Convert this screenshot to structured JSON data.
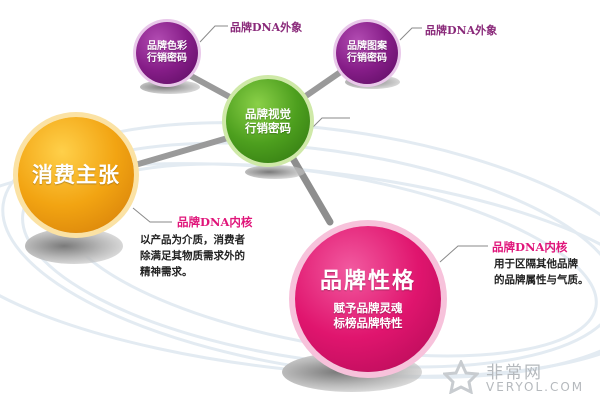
{
  "nodes": {
    "color_code": {
      "line1": "品牌色彩",
      "line2": "行销密码",
      "color": "#7a1a7e"
    },
    "pattern_code": {
      "line1": "品牌图案",
      "line2": "行销密码",
      "color": "#7a1a7e"
    },
    "visual_code": {
      "line1": "品牌视觉",
      "line2": "行销密码",
      "color": "#4a9a1c"
    },
    "consumer": {
      "title": "消费主张",
      "color": "#f0a010"
    },
    "personality": {
      "title": "品牌性格",
      "line1": "赋予品牌灵魂",
      "line2": "标榜品牌特性",
      "color": "#e0156e"
    }
  },
  "callouts": {
    "color_label": "品牌DNA外象",
    "pattern_label": "品牌DNA外象",
    "consumer_label": "品牌DNA内核",
    "consumer_desc": [
      "以产品为介质，消费者",
      "除满足其物质需求外的",
      "精神需求。"
    ],
    "personality_label": "品牌DNA内核",
    "personality_desc": [
      "用于区隔其他品牌",
      "的品牌属性与气质。"
    ]
  },
  "colors": {
    "purple_label": "#8a2a7a",
    "pink_label": "#e0157a",
    "text": "#222222"
  },
  "watermark": {
    "cn": "非常网",
    "en": "VERYOL.COM"
  }
}
